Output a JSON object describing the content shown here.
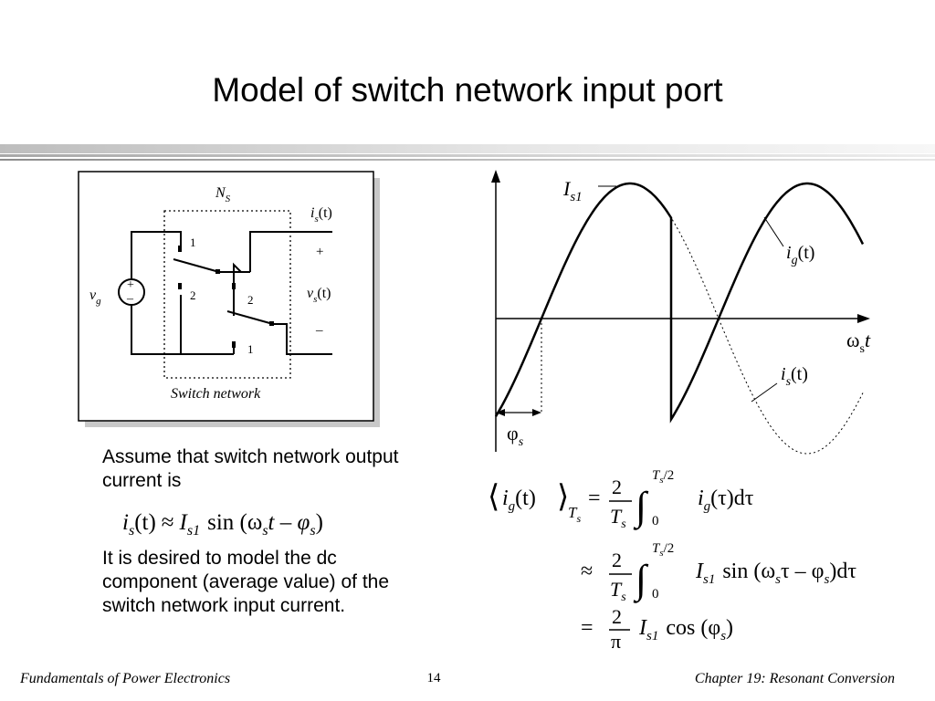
{
  "slide": {
    "title": "Model of switch network input port",
    "page_number": "14",
    "footer_left": "Fundamentals of Power Electronics",
    "footer_right": "Chapter 19:  Resonant Conversion"
  },
  "circuit": {
    "network_label_main": "N",
    "network_label_sub": "S",
    "box_label": "Switch network",
    "source_label_main": "v",
    "source_label_sub": "g",
    "source_plus": "+",
    "source_minus": "–",
    "current_label": {
      "main": "i",
      "sub": "s",
      "arg": "(t)"
    },
    "voltage_label": {
      "main": "v",
      "sub": "s",
      "arg": "(t)"
    },
    "output_plus": "+",
    "output_minus": "–",
    "switch_positions": {
      "left_top": "1",
      "left_bottom": "2",
      "right_top": "2",
      "right_bottom": "1"
    }
  },
  "waveform": {
    "peak_label": {
      "main": "I",
      "sub": "s1"
    },
    "ig_label": {
      "main": "i",
      "sub": "g",
      "arg": "(t)"
    },
    "is_label": {
      "main": "i",
      "sub": "s",
      "arg": "(t)"
    },
    "axis_label": {
      "main": "ω",
      "sub": "s",
      "var": "t"
    },
    "phase_label": {
      "main": "φ",
      "sub": "s"
    }
  },
  "text": {
    "assume": "Assume that switch network output current is",
    "desired": "It is desired to model the dc component (average value) of the switch network input current."
  },
  "equations": {
    "is_approx": {
      "lhs_main": "i",
      "lhs_sub": "s",
      "lhs_arg": "(t)",
      "rel": "≈",
      "amp_main": "I",
      "amp_sub": "s1",
      "func": "sin (ω",
      "w_sub": "s",
      "tail": "t – φ",
      "phi_sub": "s",
      "close": ")"
    },
    "avg_line1": {
      "ig": "i",
      "ig_sub": "g",
      "ig_arg": "(t)",
      "avg_sub": "T",
      "avg_subsub": "s",
      "eq": "=",
      "frac_num": "2",
      "frac_den": "T",
      "frac_den_sub": "s",
      "upper": "T",
      "upper_sub": "s",
      "upper_tail": "/2",
      "lower": "0",
      "integrand": "i",
      "integrand_sub": "g",
      "integrand_tail": "(τ)dτ"
    },
    "avg_line2": {
      "rel": "≈",
      "frac_num": "2",
      "frac_den": "T",
      "frac_den_sub": "s",
      "upper": "T",
      "upper_sub": "s",
      "upper_tail": "/2",
      "lower": "0",
      "amp": "I",
      "amp_sub": "s1",
      "func": "sin (ω",
      "w_sub": "s",
      "tail": "τ – φ",
      "phi_sub": "s",
      "close": ")dτ"
    },
    "avg_line3": {
      "eq": "=",
      "frac_num": "2",
      "frac_den": "π",
      "amp": "I",
      "amp_sub": "s1",
      "func": "cos (φ",
      "phi_sub": "s",
      "close": ")"
    }
  }
}
